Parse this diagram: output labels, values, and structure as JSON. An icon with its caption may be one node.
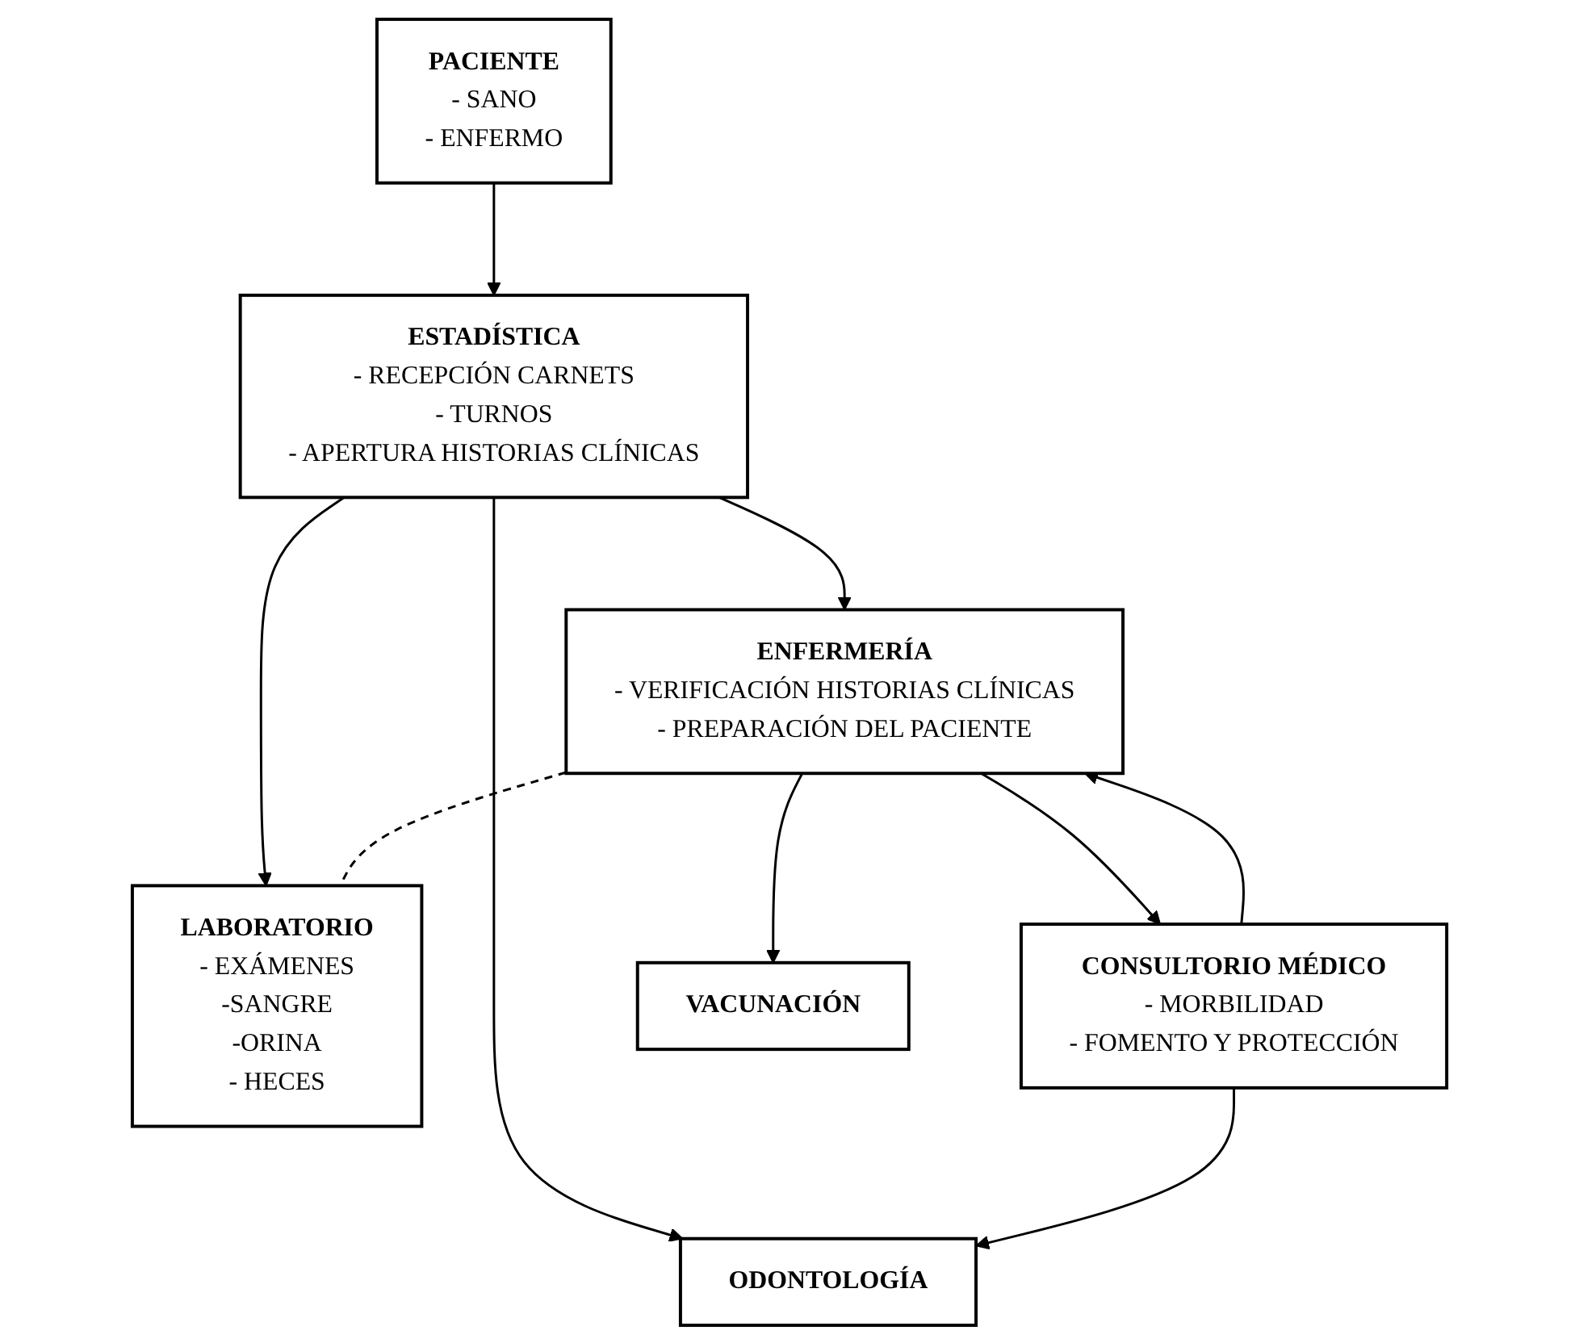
{
  "diagram": {
    "nodes": [
      {
        "text": [
          "PACIENTE",
          "- SANO",
          "- ENFERMO"
        ]
      },
      {
        "text": [
          "VACUNACIÓN"
        ]
      },
      {
        "text": [
          "ESTADÍSTICA",
          "- RECEPCIÓN CARNETS",
          "- TURNOS",
          "- APERTURA HISTORIAS CLÍNICAS"
        ]
      },
      {
        "text": [
          "ENFERMERÍA",
          "- VERIFICACIÓN HISTORIAS CLÍNICAS",
          "- PREPARACIÓN DEL PACIENTE"
        ]
      },
      {
        "text": [
          "LABORATORIO",
          "- EXÁMENES",
          "-SANGRE",
          "-ORINA",
          "- HECES"
        ]
      },
      {
        "text": [
          "CONSULTORIO MÉDICO",
          "- MORBILIDAD",
          "- FOMENTO Y PROTECCIÓN"
        ]
      },
      {
        "text": [
          "ODONTOLOGÍA"
        ]
      }
    ],
    "edges": [
      {
        "from": 0,
        "to": 2,
        "arrow": "to"
      },
      {
        "from": 2,
        "to": 3,
        "arrow": "to"
      },
      {
        "from": 3,
        "to": 1,
        "arrow": "to"
      },
      {
        "from": 2,
        "to": 4,
        "arrow": "to"
      },
      {
        "from": 3,
        "to": 4,
        "arrow": "none",
        "style": "dashed"
      },
      {
        "from": 2,
        "to": 6,
        "arrow": "to"
      },
      {
        "from": 3,
        "to": 5,
        "arrow": "to"
      },
      {
        "from": 5,
        "to": 3,
        "arrow": "to"
      },
      {
        "from": 5,
        "to": 6,
        "arrow": "to"
      }
    ]
  }
}
